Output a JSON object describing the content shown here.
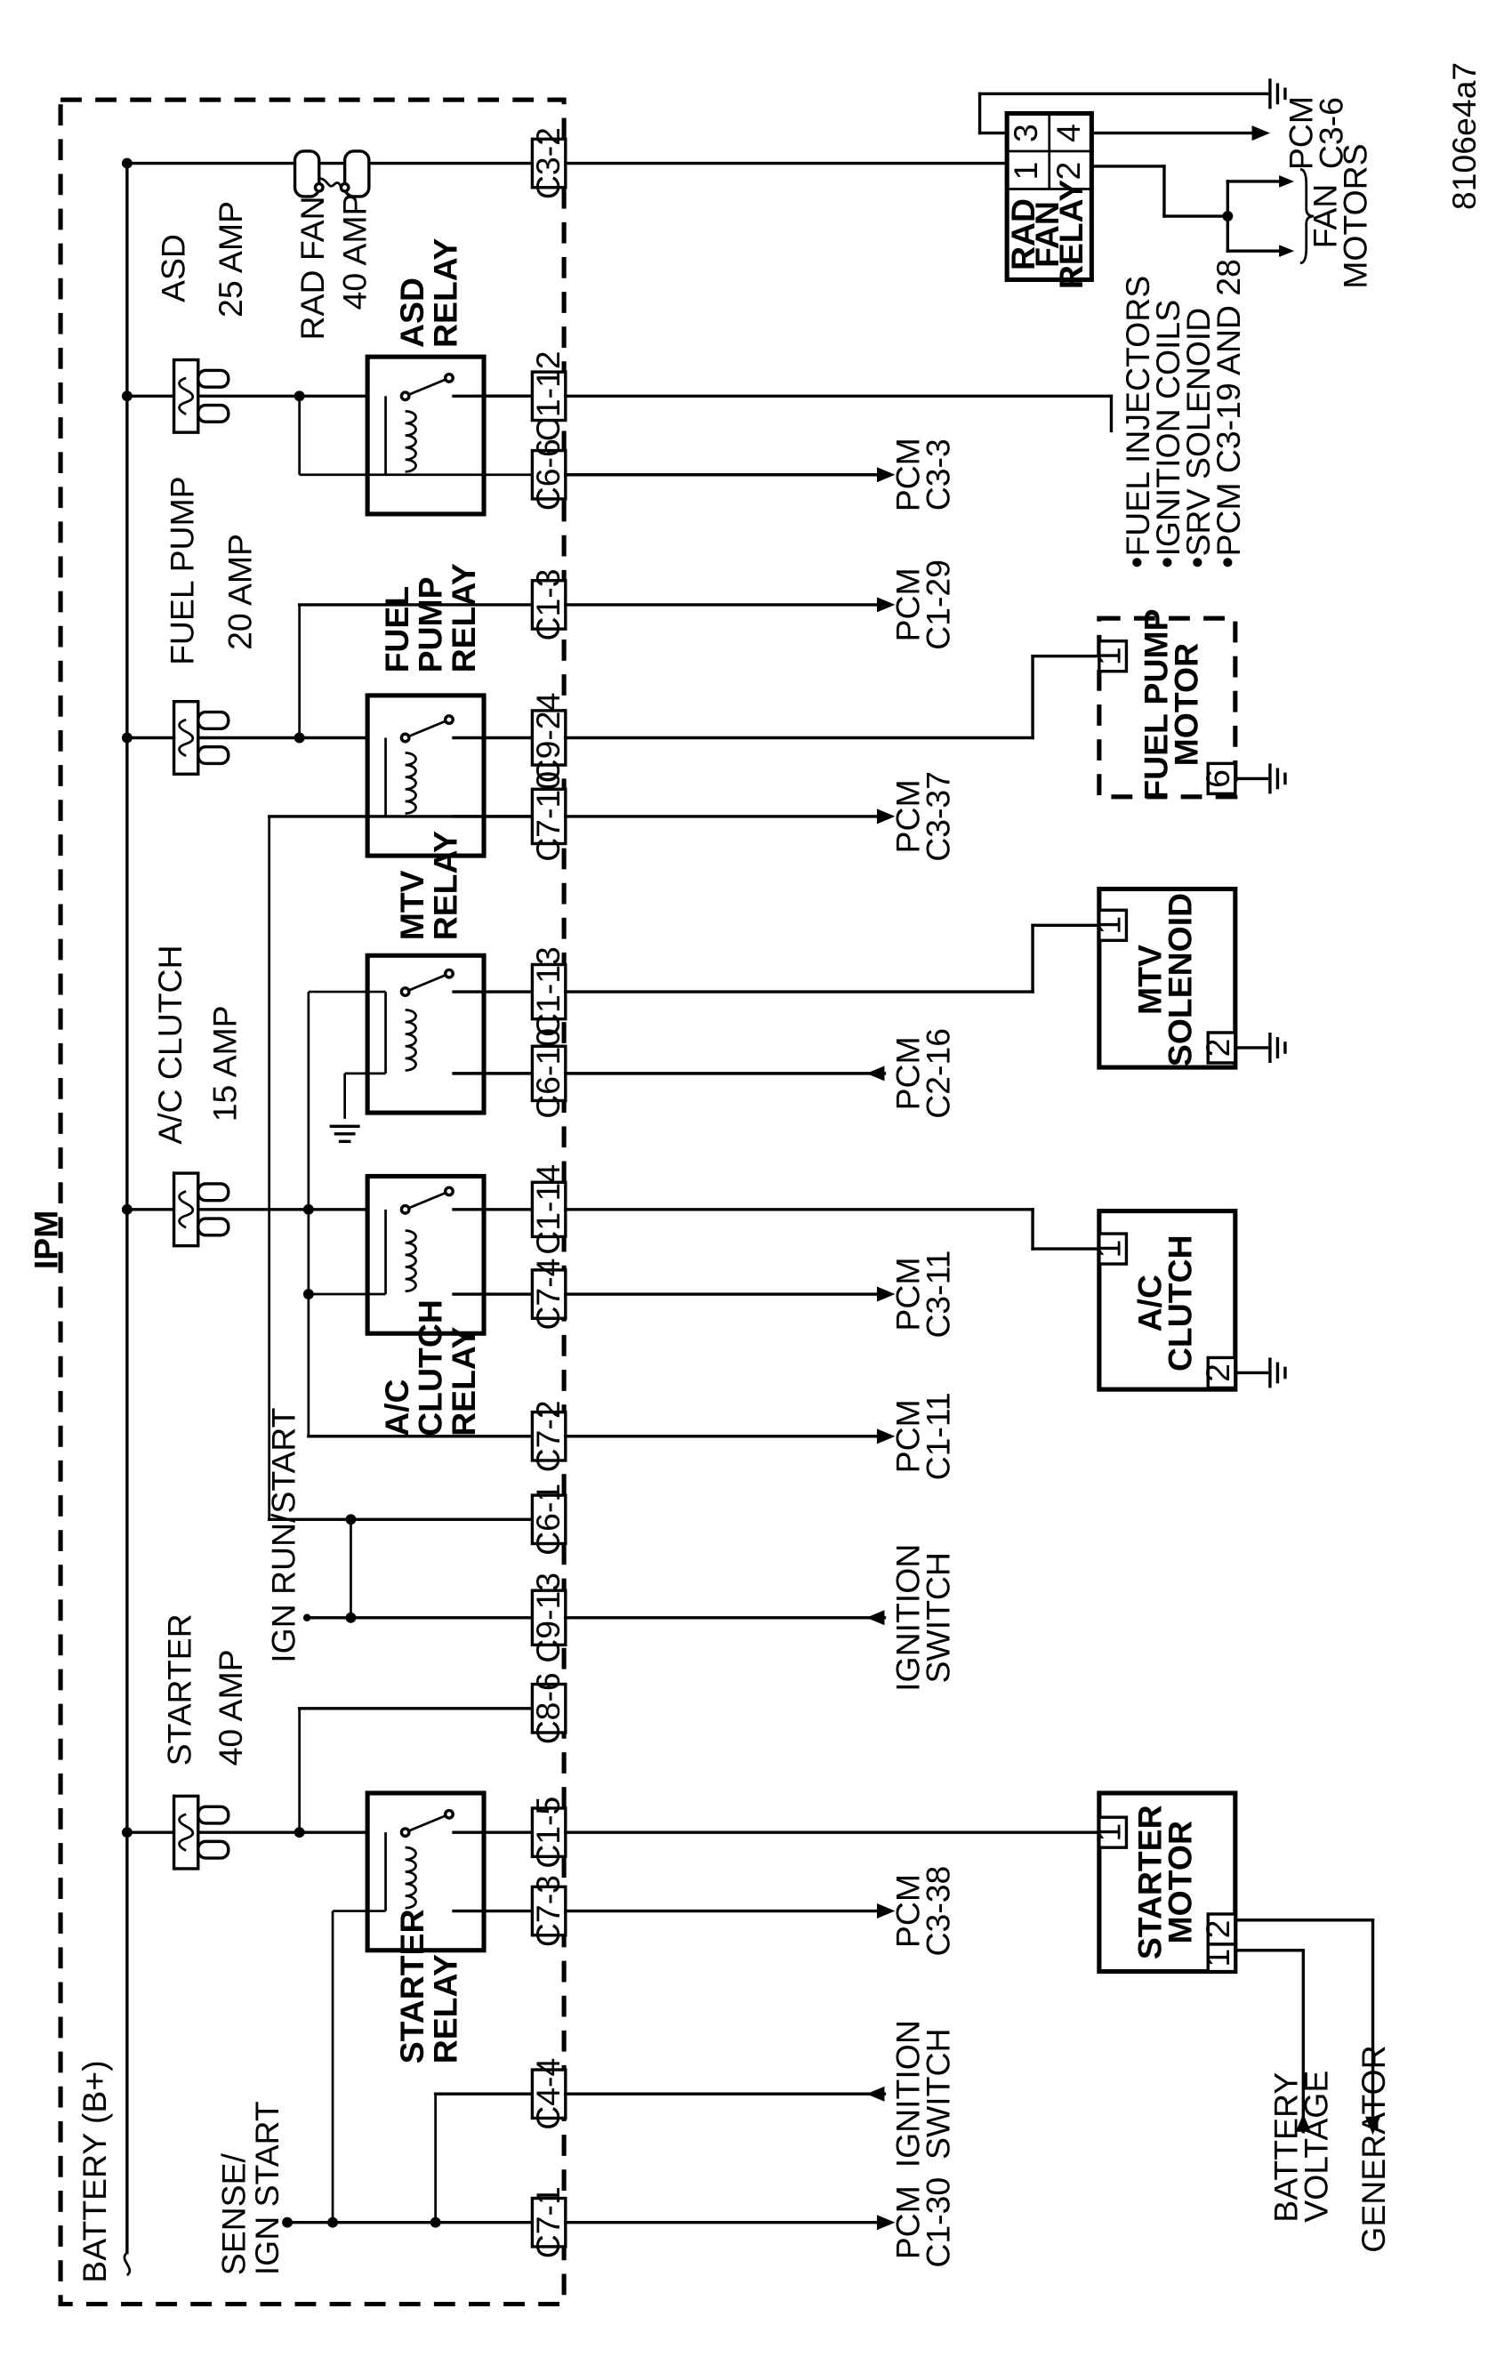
{
  "ipm_label": "IPM",
  "battery_label": "BATTERY (B+)",
  "figure_id": "8106e4a7",
  "fuses": {
    "starter": {
      "name": "STARTER",
      "rating": "40 AMP"
    },
    "ac_clutch": {
      "name": "A/C CLUTCH",
      "rating": "15  AMP"
    },
    "fuel_pump": {
      "name": "FUEL PUMP",
      "rating": "20 AMP"
    },
    "asd": {
      "name": "ASD",
      "rating": "25 AMP"
    },
    "rad_fan": {
      "name": "RAD FAN",
      "rating": "40 AMP"
    }
  },
  "relays": {
    "starter": [
      "STARTER",
      "RELAY"
    ],
    "ac_clutch": [
      "A/C",
      "CLUTCH",
      "RELAY"
    ],
    "mtv": [
      "MTV",
      "RELAY"
    ],
    "fuel_pump": [
      "FUEL",
      "PUMP",
      "RELAY"
    ],
    "asd": [
      "ASD",
      "RELAY"
    ],
    "rad_fan": [
      "RAD",
      "FAN",
      "RELAY"
    ]
  },
  "internal_labels": {
    "sense": [
      "SENSE/",
      "IGN START"
    ],
    "ign_run_start": "IGN RUN/START"
  },
  "connectors": {
    "c7_1": "C7-1",
    "c4_4": "C4-4",
    "c7_3": "C7-3",
    "c1_5": "C1-5",
    "c8_6": "C8-6",
    "c9_13": "C9-13",
    "c6_1": "C6-1",
    "c7_2": "C7-2",
    "c7_4": "C7-4",
    "c1_14": "C1-14",
    "c6_10": "C6-10",
    "c1_13": "C1-13",
    "c7_10": "C7-10",
    "c9_24": "C9-24",
    "c1_3": "C1-3",
    "c6_6": "C6-6",
    "c1_12": "C1-12",
    "c3_2": "C3-2"
  },
  "pcm_pin_labels": {
    "c1_30": "C1-30",
    "c3_38": "C3-38",
    "c1_11": "C1-11",
    "c3_11": "C3-11",
    "c2_16": "C2-16",
    "c3_37": "C3-37",
    "c1_29": "C1-29",
    "c3_3": "C3-3",
    "c3_6": "C3-6"
  },
  "pcm_word": "PCM",
  "ignition_switch": [
    "IGNITION",
    "SWITCH"
  ],
  "components": {
    "starter_motor": [
      "STARTER",
      "MOTOR"
    ],
    "ac_clutch": [
      "A/C",
      "CLUTCH"
    ],
    "mtv_solenoid": [
      "MTV",
      "SOLENOID"
    ],
    "fuel_pump_motor": [
      "FUEL PUMP",
      "MOTOR"
    ],
    "fan_motors": [
      "FAN",
      "MOTORS"
    ]
  },
  "pins": {
    "p1": "1",
    "p2": "2",
    "p3": "3",
    "p4": "4",
    "p6": "6"
  },
  "asd_outputs": [
    "FUEL INJECTORS",
    "IGNITION COILS",
    "SRV SOLENOID",
    "PCM C3-19 AND 28"
  ],
  "battery_voltage": [
    "BATTERY",
    "VOLTAGE"
  ],
  "generator": "GENERATOR"
}
